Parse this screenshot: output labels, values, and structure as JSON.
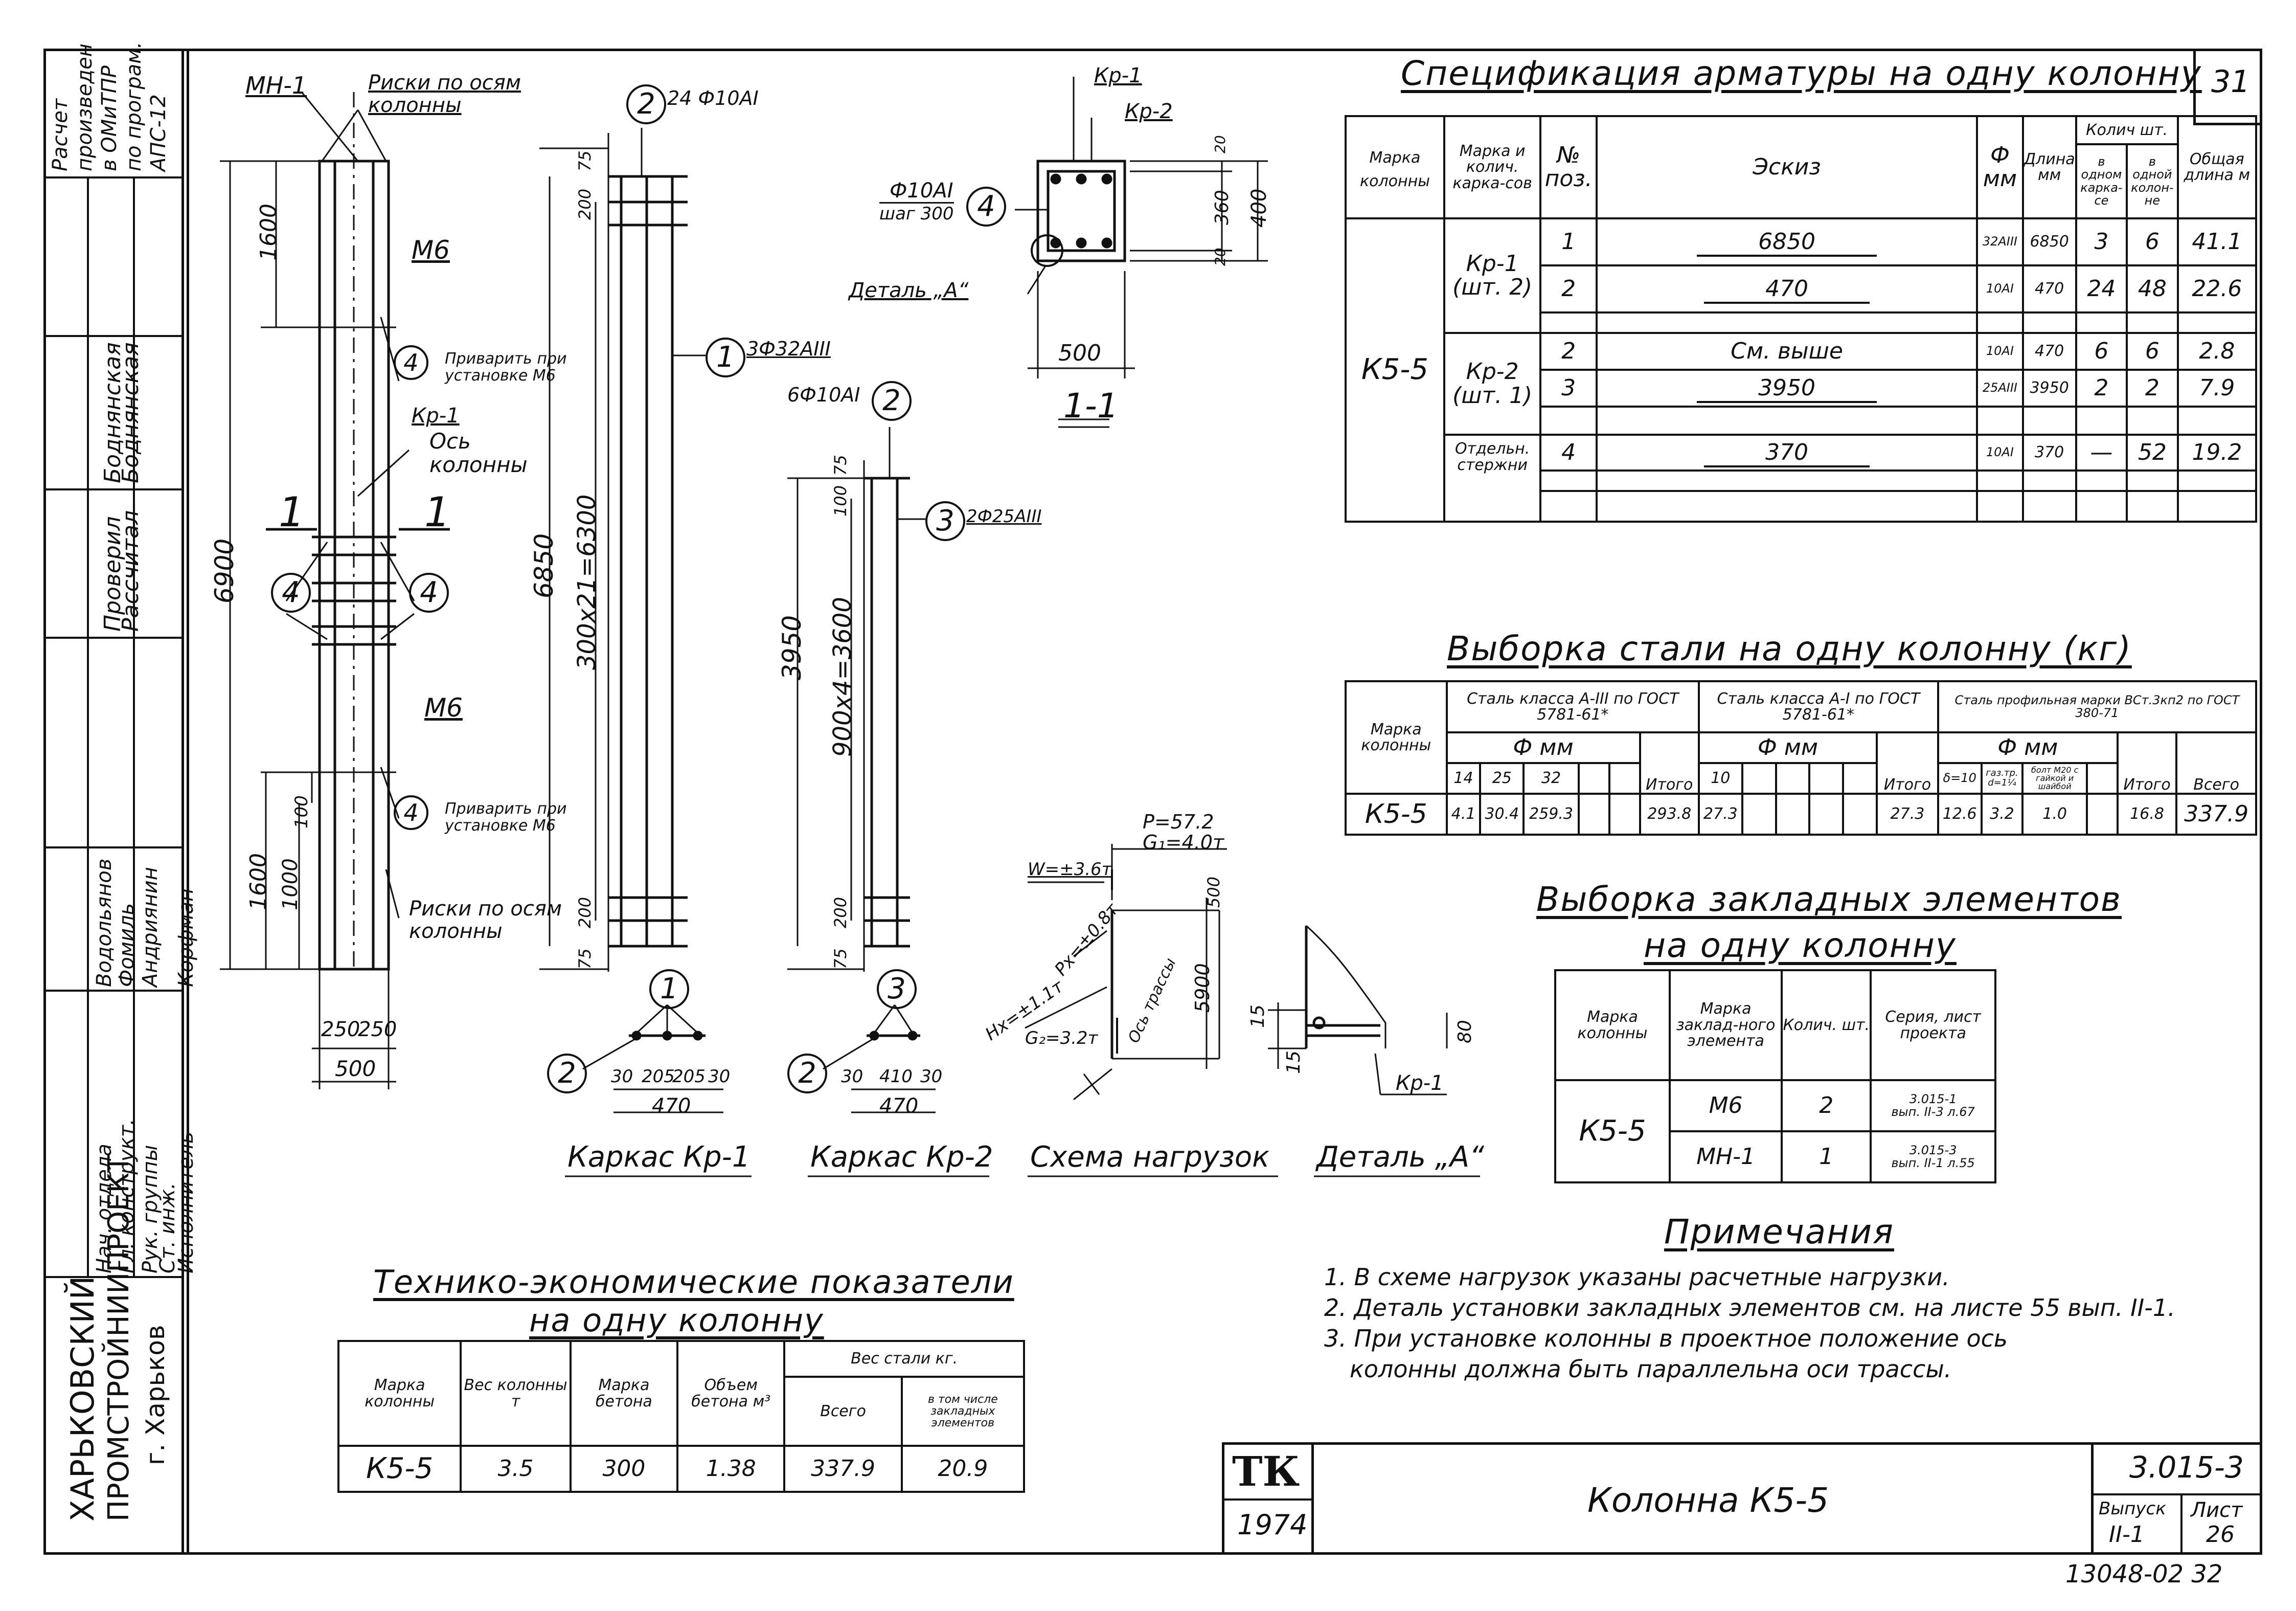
{
  "sheet_number_top": "31",
  "left_strip": {
    "org_line1": "ХАРЬКОВСКИЙ",
    "org_line2": "ПРОМСТРОЙНИИПРОЕКТ",
    "org_line3": "г. Харьков",
    "calc_note": [
      "Расчет",
      "произведен",
      "в ОМиТПР",
      "по програм.",
      "АПС-12"
    ],
    "roles": [
      {
        "role": "Нач. отдела",
        "name": "Водольянов"
      },
      {
        "role": "Гл. конструкт.",
        "name": "Фомиль"
      },
      {
        "role": "Рук. группы",
        "name": "Андриянин"
      },
      {
        "role": "Ст. инж.",
        "name": ""
      },
      {
        "role": "Исполнитель",
        "name": "Корфман"
      },
      {
        "role": "Проверил",
        "name": "Боднянская"
      },
      {
        "role": "Рассчитал",
        "name": "Боднянская"
      }
    ]
  },
  "drawings": {
    "elevation": {
      "mn1": "МН-1",
      "axis_marks_top": "Риски по осям колонны",
      "axis_marks_bottom": "Риски по осям колонны",
      "m6_top": "М6",
      "m6_bottom": "М6",
      "weld_top": "Приварить при установке М6",
      "weld_bottom": "Приварить при установке М6",
      "kr1": "Кр-1",
      "axis": "Ось колонны",
      "section_mark": "1",
      "dim_1600_top": "1600",
      "dim_6900": "6900",
      "dim_1600_bottom": "1600",
      "dim_1000": "1000",
      "dim_100": "100",
      "dim_250a": "250",
      "dim_250b": "250",
      "dim_500": "500",
      "pos4": "4"
    },
    "kr1_frame": {
      "callout2": "2",
      "bars2": "24 Ф10АI",
      "callout1": "1",
      "bars1": "3Ф32АIII",
      "dim_6850": "6850",
      "dim_300x21": "300х21=6300",
      "dim_75a": "75",
      "dim_200a": "200",
      "dim_200b": "200",
      "dim_75b": "75",
      "title": "Каркас Кр-1",
      "sec_dims": [
        "30",
        "205",
        "205",
        "30"
      ],
      "sec_total": "470"
    },
    "kr2_frame": {
      "bars2": "6Ф10АI",
      "callout2": "2",
      "callout3": "3",
      "bars3": "2Ф25АIII",
      "dim_3950": "3950",
      "dim_900x4": "900х4=3600",
      "dim_75a": "75",
      "dim_100": "100",
      "dim_200": "200",
      "dim_75b": "75",
      "title": "Каркас Кр-2",
      "sec_dims": [
        "30",
        "410",
        "30"
      ],
      "sec_total": "470"
    },
    "section": {
      "kr1": "Кр-1",
      "kr2": "Кр-2",
      "bar": "Ф10АI",
      "step": "шаг 300",
      "pos": "4",
      "detail": "Деталь „А“",
      "dims_right": [
        "20",
        "360",
        "20"
      ],
      "dim_400": "400",
      "dim_500": "500",
      "title": "1-1"
    },
    "loads": {
      "P": "P=57.2",
      "G1": "G₁=4.0т",
      "W": "W=±3.6т",
      "Px": "Px=±0.8т",
      "Hx": "Hx=±1.1т",
      "G2": "G₂=3.2т",
      "axis": "Ось трассы",
      "dim_500": "500",
      "dim_5900": "5900",
      "title": "Схема нагрузок"
    },
    "detail_a": {
      "dim_15a": "15",
      "dim_15b": "15",
      "dim_80": "80",
      "kr1": "Кр-1",
      "title": "Деталь „А“"
    }
  },
  "spec_table": {
    "title": "Спецификация арматуры на одну колонну",
    "headers": {
      "mark": "Марка колонны",
      "frame": "Марка и колич. карка-сов",
      "pos": "№ поз.",
      "sketch": "Эскиз",
      "dia": "Ф мм",
      "len": "Длина мм",
      "qty": "Колич шт.",
      "qty_one": "в одном карка-се",
      "qty_col": "в одной колон-не",
      "total": "Общая длина м"
    },
    "column_mark": "К5-5",
    "groups": [
      {
        "frame": [
          "Кр-1",
          "(шт. 2)"
        ],
        "rows": [
          {
            "pos": "1",
            "sketch": "6850",
            "dia": "32АIII",
            "len": "6850",
            "q1": "3",
            "q2": "6",
            "total": "41.1"
          },
          {
            "pos": "2",
            "sketch": "470",
            "dia": "10АI",
            "len": "470",
            "q1": "24",
            "q2": "48",
            "total": "22.6"
          }
        ]
      },
      {
        "frame": [
          "Кр-2",
          "(шт. 1)"
        ],
        "rows": [
          {
            "pos": "2",
            "sketch": "См. выше",
            "dia": "10АI",
            "len": "470",
            "q1": "6",
            "q2": "6",
            "total": "2.8"
          },
          {
            "pos": "3",
            "sketch": "3950",
            "dia": "25АIII",
            "len": "3950",
            "q1": "2",
            "q2": "2",
            "total": "7.9"
          }
        ]
      },
      {
        "frame": [
          "Отдельн.",
          "стержни"
        ],
        "rows": [
          {
            "pos": "4",
            "sketch": "370",
            "dia": "10АI",
            "len": "370",
            "q1": "—",
            "q2": "52",
            "total": "19.2"
          }
        ]
      }
    ]
  },
  "steel_table": {
    "title": "Выборка стали на одну колонну (кг)",
    "h_mark": "Марка колонны",
    "h_a3": "Сталь класса А-III по ГОСТ 5781-61*",
    "h_a1": "Сталь класса А-I по ГОСТ 5781-61*",
    "h_prof": "Сталь профильная марки ВСт.3кп2 по ГОСТ 380-71",
    "h_fmm": "Ф мм",
    "h_total": "Итого",
    "h_all": "Всего",
    "a3_d": [
      "14",
      "25",
      "32"
    ],
    "a1_d": [
      "10"
    ],
    "prof_d": [
      "δ=10",
      "газ.тр. d=1¼",
      "болт М20 с гайкой и шайбой"
    ],
    "row": {
      "mark": "К5-5",
      "a3": [
        "4.1",
        "30.4",
        "259.3"
      ],
      "a3_total": "293.8",
      "a1": [
        "27.3"
      ],
      "a1_total": "27.3",
      "prof": [
        "12.6",
        "3.2",
        "1.0"
      ],
      "prof_total": "16.8",
      "all": "337.9"
    }
  },
  "embedded_table": {
    "title1": "Выборка закладных элементов",
    "title2": "на одну колонну",
    "h": [
      "Марка колонны",
      "Марка заклад-ного элемента",
      "Колич. шт.",
      "Серия, лист проекта"
    ],
    "mark": "К5-5",
    "rows": [
      {
        "el": "М6",
        "qty": "2",
        "ref": [
          "3.015-1",
          "вып. II-3 л.67"
        ]
      },
      {
        "el": "МН-1",
        "qty": "1",
        "ref": [
          "3.015-3",
          "вып. II-1 л.55"
        ]
      }
    ]
  },
  "notes": {
    "title": "Примечания",
    "items": [
      "1. В схеме нагрузок указаны расчетные нагрузки.",
      "2. Деталь установки закладных элементов см. на листе 55 вып. II-1.",
      "3. При установке колонны в проектное положение ось",
      "колонны должна быть параллельна оси трассы."
    ]
  },
  "tech_table": {
    "title1": "Технико-экономические показатели",
    "title2": "на одну колонну",
    "h": [
      "Марка колонны",
      "Вес колонны т",
      "Марка бетона",
      "Объем бетона м³",
      "Вес стали кг.",
      "Всего",
      "в том числе закладных элементов"
    ],
    "row": [
      "К5-5",
      "3.5",
      "300",
      "1.38",
      "337.9",
      "20.9"
    ]
  },
  "title_block": {
    "logo": "ТК",
    "year": "1974",
    "name": "Колонна К5-5",
    "series": "3.015-3",
    "issue_label": "Выпуск",
    "sheet_label": "Лист",
    "issue": "II-1",
    "sheet": "26"
  },
  "footer_code": "13048-02 32"
}
